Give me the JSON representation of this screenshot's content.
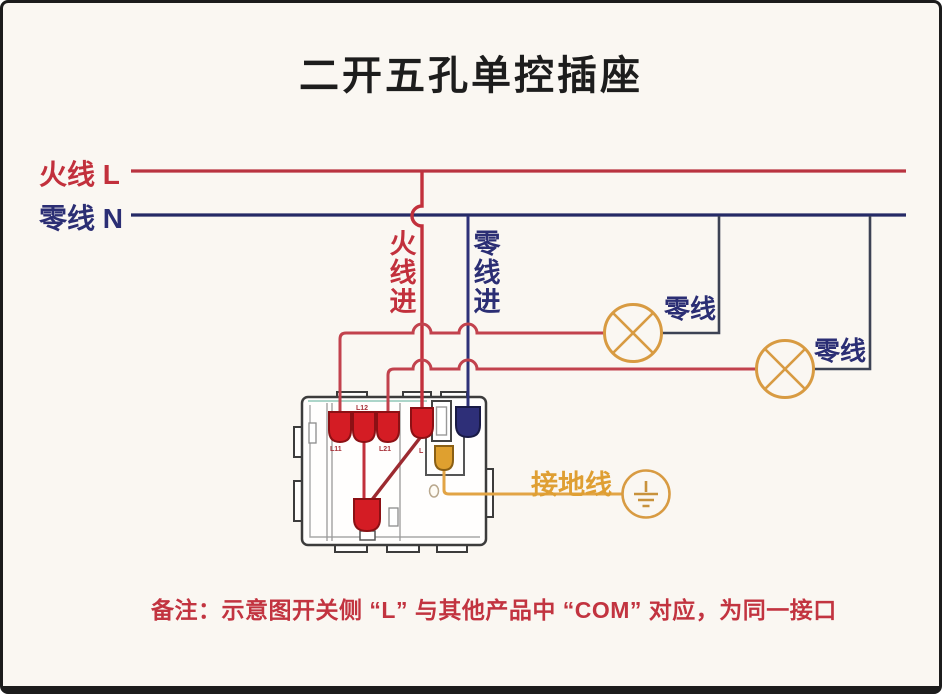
{
  "title": "二开五孔单控插座",
  "labels": {
    "live": "火线 L",
    "neutral": "零线 N",
    "live_in": "火线进",
    "neutral_in": "零线进",
    "lamp1_neutral": "零线",
    "lamp2_neutral": "零线",
    "ground": "接地线"
  },
  "module": {
    "terminal_labels": {
      "t1": "L11",
      "t2": "L12",
      "t3": "L21",
      "t4": "L"
    }
  },
  "note": "备注：示意图开关侧 “L” 与其他产品中 “COM” 对应，为同一接口",
  "colors": {
    "live_wire": "#c2303c",
    "neutral_wire": "#2b2e74",
    "ground_wire": "#e2a445",
    "lamp_outline": "#d89b42",
    "note_text": "#c23440",
    "title_text": "#1d1d1d"
  }
}
